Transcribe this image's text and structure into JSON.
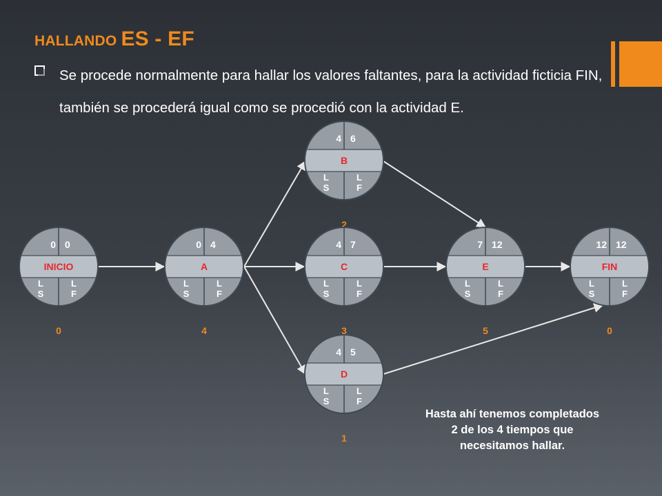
{
  "title": {
    "small": "HALLANDO",
    "big": "ES - EF"
  },
  "bullet_text": "Se procede normalmente para hallar los valores faltantes, para la actividad ficticia FIN, también se procederá igual como se procedió con la actividad E.",
  "nodes": [
    {
      "id": "inicio",
      "name": "INICIO",
      "es": "0",
      "ef": "0",
      "ls": "L S",
      "lf": "L F",
      "duration": "0"
    },
    {
      "id": "a",
      "name": "A",
      "es": "0",
      "ef": "4",
      "ls": "L S",
      "lf": "L F",
      "duration": "4"
    },
    {
      "id": "b",
      "name": "B",
      "es": "4",
      "ef": "6",
      "ls": "L S",
      "lf": "L F",
      "duration": "2"
    },
    {
      "id": "c",
      "name": "C",
      "es": "4",
      "ef": "7",
      "ls": "L S",
      "lf": "L F",
      "duration": "3"
    },
    {
      "id": "d",
      "name": "D",
      "es": "4",
      "ef": "5",
      "ls": "L S",
      "lf": "L F",
      "duration": "1"
    },
    {
      "id": "e",
      "name": "E",
      "es": "7",
      "ef": "12",
      "ls": "L S",
      "lf": "L F",
      "duration": "5"
    },
    {
      "id": "fin",
      "name": "FIN",
      "es": "12",
      "ef": "12",
      "ls": "L S",
      "lf": "L F",
      "duration": "0"
    }
  ],
  "edges": [
    {
      "from": "inicio",
      "to": "a"
    },
    {
      "from": "a",
      "to": "b"
    },
    {
      "from": "a",
      "to": "c"
    },
    {
      "from": "a",
      "to": "d"
    },
    {
      "from": "b",
      "to": "e"
    },
    {
      "from": "c",
      "to": "e"
    },
    {
      "from": "e",
      "to": "fin"
    },
    {
      "from": "d",
      "to": "fin"
    }
  ],
  "note_lines": [
    "Hasta ahí tenemos completados",
    "2 de los 4 tiempos que",
    "necesitamos hallar."
  ]
}
